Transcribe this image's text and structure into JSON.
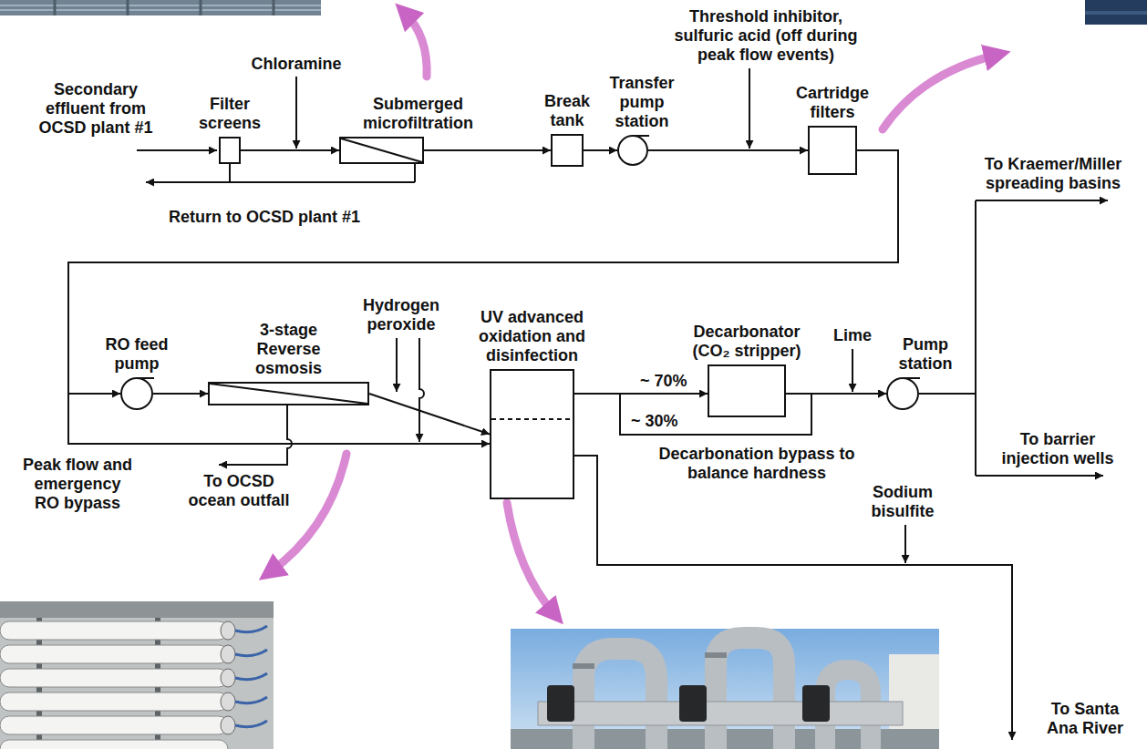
{
  "diagram": {
    "nodes": [
      {
        "text": [
          "Filter screens"
        ]
      },
      {
        "text": [
          "Submerged microfiltration"
        ]
      },
      {
        "text": [
          "Break tank"
        ]
      },
      {
        "text": [
          "Transfer pump station"
        ]
      },
      {
        "text": [
          "Cartridge filters"
        ]
      },
      {
        "text": [
          "RO feed pump"
        ]
      },
      {
        "text": [
          "3-stage Reverse osmosis"
        ]
      },
      {
        "text": [
          "UV advanced oxidation and disinfection"
        ]
      },
      {
        "text": [
          "Decarbonator (CO₂ stripper)"
        ]
      },
      {
        "text": [
          "Pump station"
        ]
      }
    ],
    "edges": [
      {
        "from": 0,
        "to": 1,
        "arrow": "to"
      },
      {
        "from": 1,
        "to": 2,
        "arrow": "to"
      },
      {
        "from": 2,
        "to": 3,
        "arrow": "to"
      },
      {
        "from": 3,
        "to": 4,
        "arrow": "to"
      },
      {
        "from": 4,
        "to": 5,
        "arrow": "to"
      },
      {
        "from": 5,
        "to": 6,
        "arrow": "to"
      },
      {
        "from": 6,
        "to": 7,
        "arrow": "to"
      },
      {
        "from": 4,
        "to": 7,
        "arrow": "to"
      },
      {
        "from": 7,
        "to": 8,
        "label": "~ 70%",
        "arrow": "to"
      },
      {
        "from": 8,
        "to": 9,
        "arrow": "to"
      },
      {
        "from": 7,
        "to": 9,
        "label": "~ 30%",
        "arrow": "to"
      }
    ],
    "labels": [
      "Secondary effluent from OCSD plant #1",
      "Chloramine",
      "Return to OCSD plant #1",
      "Threshold inhibitor, sulfuric acid (off during peak flow events)",
      "To Kraemer/Miller spreading basins",
      "Hydrogen peroxide",
      "Lime",
      "Peak flow and emergency RO bypass",
      "To OCSD ocean outfall",
      "Decarbonation bypass to balance hardness",
      "To barrier injection wells",
      "Sodium bisulfite",
      "To Santa Ana River"
    ]
  }
}
